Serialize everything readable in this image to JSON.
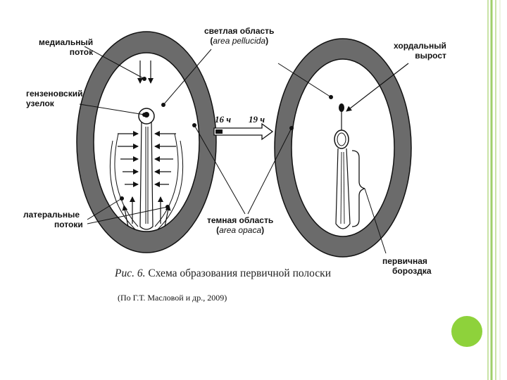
{
  "labels": {
    "medial_stream": [
      "медиальный",
      "поток"
    ],
    "hensen_node": [
      "гензеновский",
      "узелок"
    ],
    "lateral_streams": [
      "латеральные",
      "потоки"
    ],
    "area_pellucida": {
      "line1": "светлая область",
      "open": "(",
      "latin": "area pellucida",
      "close": ")"
    },
    "area_opaca": {
      "line1": "темная область",
      "open": "(",
      "latin": "area opaca",
      "close": ")"
    },
    "notochord_process": [
      "хордальный",
      "вырост"
    ],
    "primitive_groove": [
      "первичная",
      "бороздка"
    ]
  },
  "time": {
    "start": "16 ч",
    "end": "19 ч"
  },
  "caption": {
    "prefix": "Рис. 6.",
    "text": " Схема образования первичной полоски"
  },
  "citation": "(По Г.Т. Масловой и др., 2009)",
  "colors": {
    "dark_area": "#6b6b6b",
    "accent_green": "#8ed23b",
    "border_green_light": "#c9e3a6",
    "border_green": "#9fcf6a"
  }
}
